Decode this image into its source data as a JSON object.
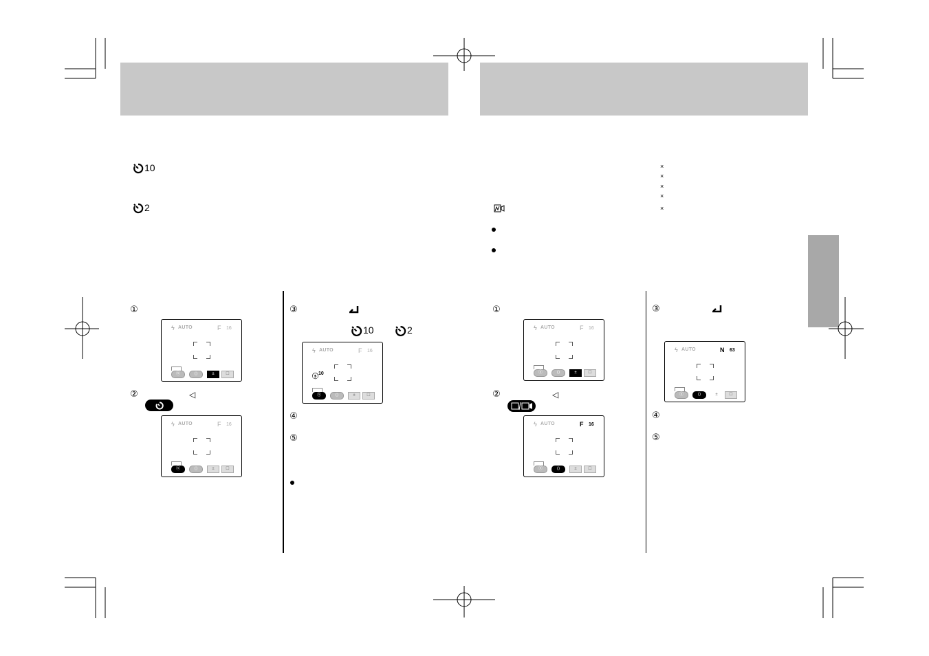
{
  "self_timer": {
    "timer10_label": "10",
    "timer2_label": "2"
  },
  "steps_left": {
    "step1": "①",
    "step2": "②",
    "step3": "③",
    "step4": "④",
    "step5": "⑤",
    "arrow": "◁"
  },
  "steps_right": {
    "step1": "①",
    "step2": "②",
    "step3": "③",
    "step4": "④",
    "step5": "⑤",
    "arrow": "◁"
  },
  "lcd": {
    "auto_label": "AUTO",
    "f_label": "F",
    "f_value": "16",
    "n_label": "N",
    "n_value": "63",
    "timer_value": "10"
  },
  "multiply_signs": [
    "×",
    "×",
    "×",
    "×",
    "×"
  ],
  "icons": {
    "flash": "flash-icon",
    "self_timer": "self-timer-icon",
    "enter": "enter-icon",
    "movie": "movie-mode-icon",
    "multi_shot": "multi-shot-icon"
  },
  "colors": {
    "header_band": "#c8c8c8",
    "side_tab": "#a8a8a8"
  }
}
